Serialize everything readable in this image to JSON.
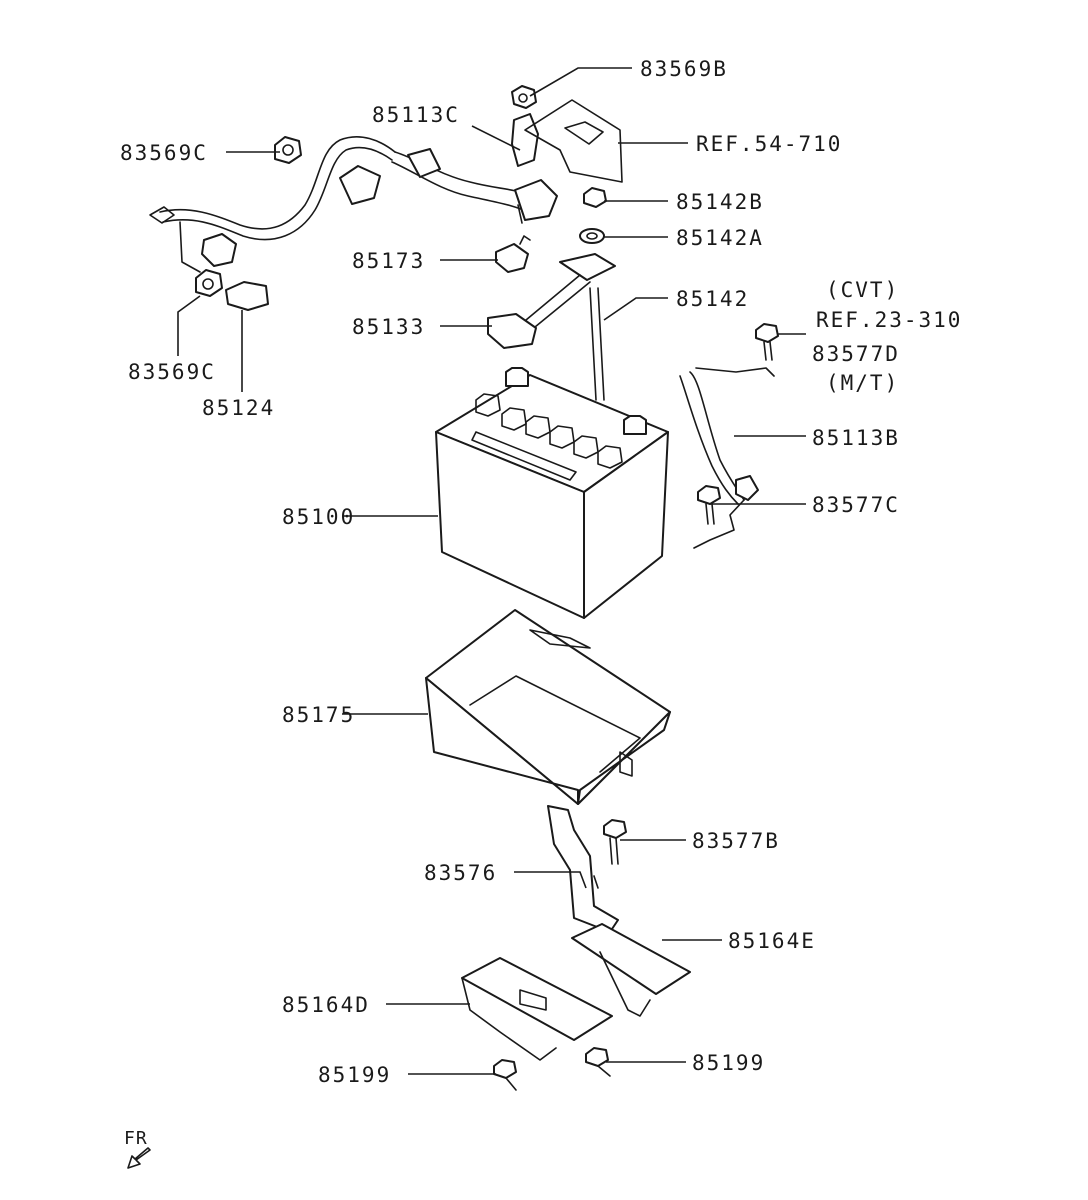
{
  "callouts": {
    "p83569B": "83569B",
    "p85113C": "85113C",
    "p83569C_top": "83569C",
    "ref_54_710": "REF.54-710",
    "p85142B": "85142B",
    "p85142A": "85142A",
    "p85173": "85173",
    "p85142": "85142",
    "cvt": "(CVT)",
    "ref_23_310": "REF.23-310",
    "p85133": "85133",
    "p83577D": "83577D",
    "mt": "(M/T)",
    "p83569C_bottom": "83569C",
    "p85124": "85124",
    "p85113B": "85113B",
    "p85100": "85100",
    "p83577C": "83577C",
    "p85175": "85175",
    "p83577B": "83577B",
    "p83576": "83576",
    "p85164E": "85164E",
    "p85164D": "85164D",
    "p85199_left": "85199",
    "p85199_right": "85199",
    "front_marker": "FR"
  },
  "icons": {
    "front_direction": "arrow-down-left-icon"
  }
}
